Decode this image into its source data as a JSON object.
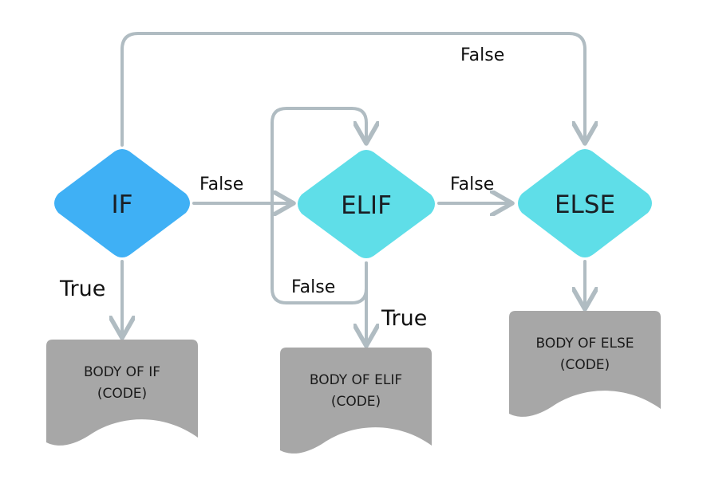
{
  "colors": {
    "if_node": "#3fb0f5",
    "elif_node": "#5fdee8",
    "else_node": "#5fdee8",
    "body_box": "#a7a7a7",
    "edge": "#b0bcc2"
  },
  "nodes": {
    "if": "IF",
    "elif": "ELIF",
    "else": "ELSE"
  },
  "bodies": {
    "if": [
      "BODY OF IF",
      "(CODE)"
    ],
    "elif": [
      "BODY OF ELIF",
      "(CODE)"
    ],
    "else": [
      "BODY OF ELSE",
      "(CODE)"
    ]
  },
  "edges": {
    "if_to_else_top": "False",
    "if_to_elif": "False",
    "elif_to_else": "False",
    "elif_loop": "False",
    "if_true": "True",
    "elif_true": "True"
  }
}
